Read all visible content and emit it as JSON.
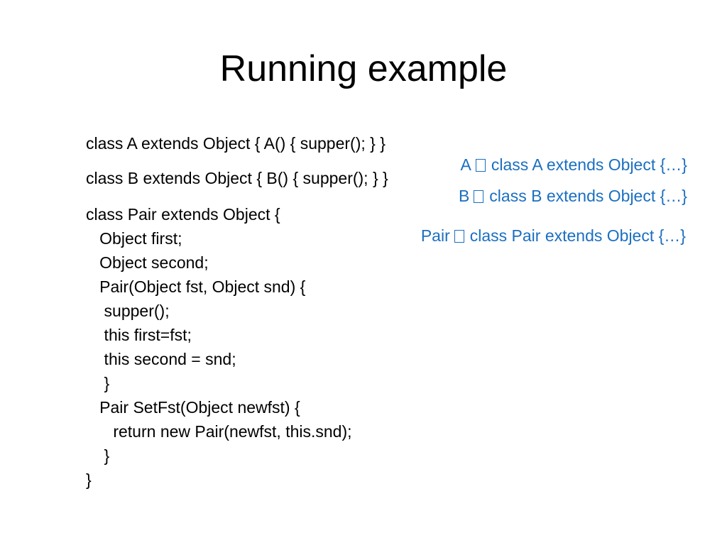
{
  "slide": {
    "title": "Running example",
    "code_lines": [
      "class A extends Object { A() { supper(); } }",
      "class B extends Object { B() { supper(); } }",
      "class Pair extends Object {",
      "   Object first;",
      "   Object second;",
      "   Pair(Object fst, Object snd) {",
      "    supper();",
      "    this first=fst;",
      "    this second = snd;",
      "    }",
      "   Pair SetFst(Object newfst) {",
      "      return new Pair(newfst, this.snd);",
      "    }",
      "}"
    ],
    "notes": [
      {
        "name": "A",
        "target": "class A extends Object {…}"
      },
      {
        "name": "B",
        "target": "class B extends Object {…}"
      },
      {
        "name": "Pair",
        "target": "class Pair extends Object {…}"
      }
    ],
    "colors": {
      "text": "#000000",
      "note": "#1b6fc0",
      "background": "#ffffff"
    },
    "icons": {
      "mapping_symbol": "missing-glyph-box-icon"
    }
  }
}
